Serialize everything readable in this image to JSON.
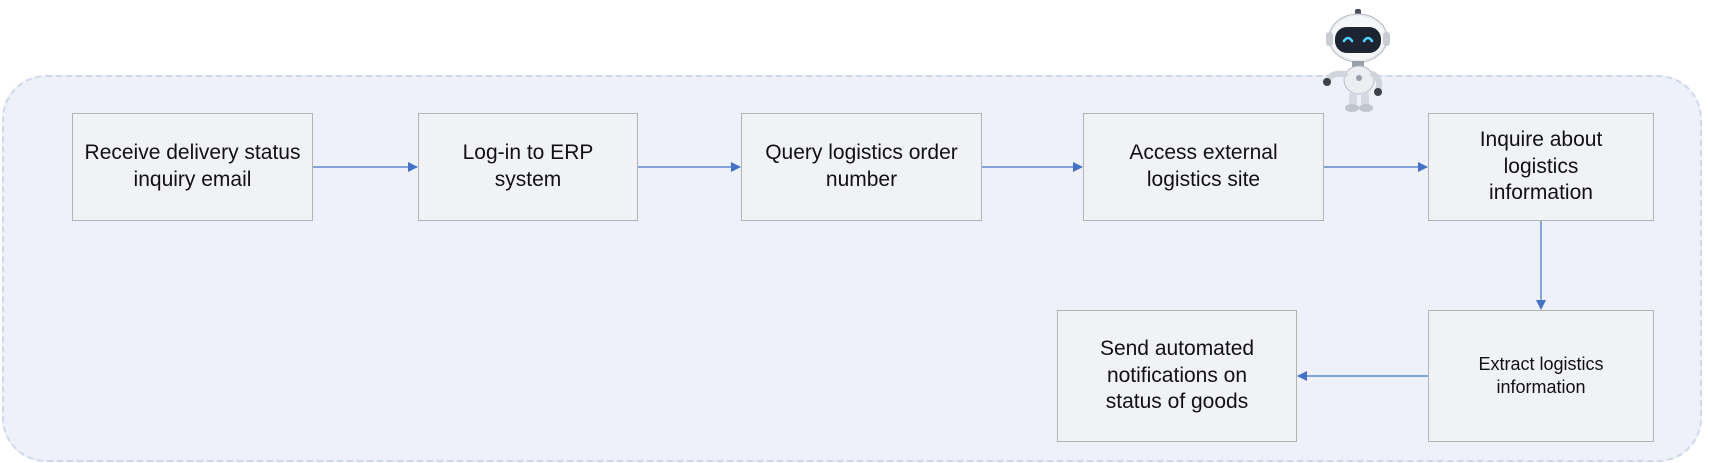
{
  "diagram": {
    "nodes": [
      {
        "id": "n1",
        "label": "Receive delivery status inquiry email"
      },
      {
        "id": "n2",
        "label": "Log-in to ERP system"
      },
      {
        "id": "n3",
        "label": "Query logistics order number"
      },
      {
        "id": "n4",
        "label": "Access external logistics site"
      },
      {
        "id": "n5",
        "label": "Inquire about logistics information"
      },
      {
        "id": "n6",
        "label": "Extract logistics information"
      },
      {
        "id": "n7",
        "label": "Send automated notifications on status of goods"
      }
    ],
    "edges": [
      {
        "from": "n1",
        "to": "n2"
      },
      {
        "from": "n2",
        "to": "n3"
      },
      {
        "from": "n3",
        "to": "n4"
      },
      {
        "from": "n4",
        "to": "n5"
      },
      {
        "from": "n5",
        "to": "n6"
      },
      {
        "from": "n6",
        "to": "n7"
      }
    ],
    "colors": {
      "arrow": "#4472c4",
      "node_fill": "#f1f2f6",
      "node_border": "#b3b3b3",
      "panel_fill": "#eef1f9",
      "panel_border": "#cfd7ea"
    },
    "icon": "robot-icon"
  }
}
